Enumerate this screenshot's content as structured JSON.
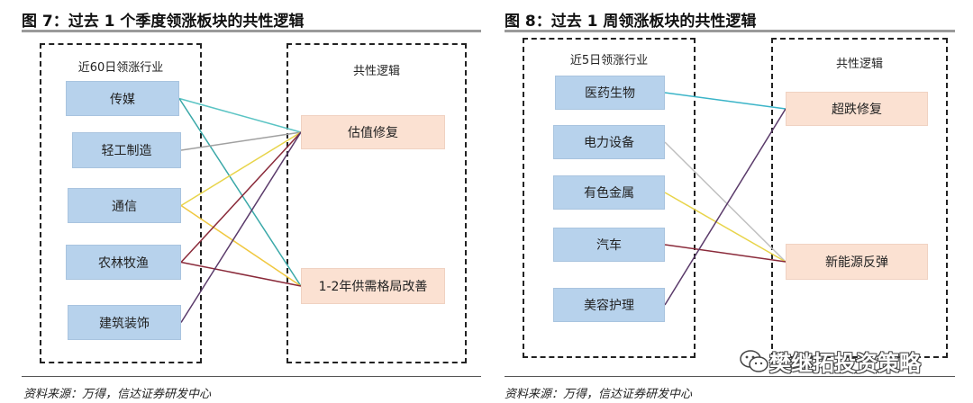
{
  "left": {
    "title": "图 7：过去 1 个季度领涨板块的共性逻辑",
    "industries_header": "近60日领涨行业",
    "logic_header": "共性逻辑",
    "industries": [
      "传媒",
      "轻工制造",
      "通信",
      "农林牧渔",
      "建筑装饰"
    ],
    "logics": [
      "估值修复",
      "1-2年供需格局改善"
    ],
    "links": [
      {
        "from": 0,
        "to": 0,
        "color": "#5bc4c4"
      },
      {
        "from": 0,
        "to": 1,
        "color": "#3aa8a8"
      },
      {
        "from": 1,
        "to": 0,
        "color": "#a0a0a0"
      },
      {
        "from": 2,
        "to": 0,
        "color": "#e8d44a"
      },
      {
        "from": 2,
        "to": 1,
        "color": "#f0c840"
      },
      {
        "from": 3,
        "to": 0,
        "color": "#8a2a3a"
      },
      {
        "from": 3,
        "to": 1,
        "color": "#8a2a3a"
      },
      {
        "from": 4,
        "to": 0,
        "color": "#5a3a6a"
      }
    ],
    "source": "资料来源：万得，信达证券研发中心"
  },
  "right": {
    "title": "图 8：过去 1 周领涨板块的共性逻辑",
    "industries_header": "近5日领涨行业",
    "logic_header": "共性逻辑",
    "industries": [
      "医药生物",
      "电力设备",
      "有色金属",
      "汽车",
      "美容护理"
    ],
    "logics": [
      "超跌修复",
      "新能源反弹"
    ],
    "links": [
      {
        "from": 0,
        "to": 0,
        "color": "#3ab4c8"
      },
      {
        "from": 1,
        "to": 1,
        "color": "#c0c0c0"
      },
      {
        "from": 2,
        "to": 1,
        "color": "#e8d44a"
      },
      {
        "from": 3,
        "to": 1,
        "color": "#8a2a3a"
      },
      {
        "from": 4,
        "to": 0,
        "color": "#5a3a6a"
      }
    ],
    "source": "资料来源：万得，信达证券研发中心"
  },
  "watermark": {
    "text": "樊继拓投资策略",
    "icon": "wechat-icon"
  }
}
